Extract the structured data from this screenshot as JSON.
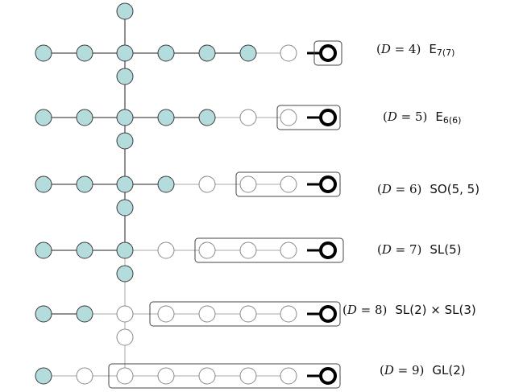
{
  "rows": [
    {
      "d_label": "(D = 4)",
      "group": "E",
      "group_sub": "7(7)"
    },
    {
      "d_label": "(D = 5)",
      "group": "E",
      "group_sub": "6(6)"
    },
    {
      "d_label": "(D = 6)",
      "group": "SO(5, 5)",
      "group_sub": ""
    },
    {
      "d_label": "(D = 7)",
      "group": "SL(5)",
      "group_sub": ""
    },
    {
      "d_label": "(D = 8)",
      "group": "SL(2) × SL(3)",
      "group_sub": ""
    },
    {
      "d_label": "(D = 9)",
      "group": "GL(2)",
      "group_sub": ""
    }
  ],
  "colors": {
    "filled_node": "#b5dcdc",
    "filled_stroke": "#3a3a3a",
    "hollow_stroke": "#8a8a8a",
    "edge_dark": "#222222",
    "edge_light": "#aaaaaa",
    "box": "#444444"
  }
}
